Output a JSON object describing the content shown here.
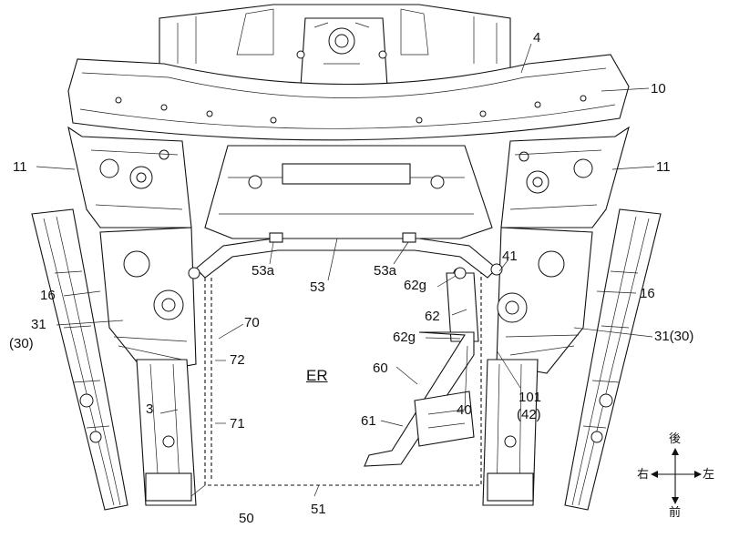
{
  "diagram": {
    "labels": [
      {
        "id": "4",
        "text": "4"
      },
      {
        "id": "10",
        "text": "10"
      },
      {
        "id": "11L",
        "text": "11"
      },
      {
        "id": "11R",
        "text": "11"
      },
      {
        "id": "16L",
        "text": "16"
      },
      {
        "id": "16R",
        "text": "16"
      },
      {
        "id": "31L",
        "text": "31"
      },
      {
        "id": "30L",
        "text": "(30)"
      },
      {
        "id": "31R",
        "text": "31(30)"
      },
      {
        "id": "53aL",
        "text": "53a"
      },
      {
        "id": "53aR",
        "text": "53a"
      },
      {
        "id": "53",
        "text": "53"
      },
      {
        "id": "62gT",
        "text": "62g"
      },
      {
        "id": "62",
        "text": "62"
      },
      {
        "id": "62gB",
        "text": "62g"
      },
      {
        "id": "41",
        "text": "41"
      },
      {
        "id": "70",
        "text": "70"
      },
      {
        "id": "72",
        "text": "72"
      },
      {
        "id": "ER",
        "text": "ER"
      },
      {
        "id": "60",
        "text": "60"
      },
      {
        "id": "101",
        "text": "101"
      },
      {
        "id": "42",
        "text": "(42)"
      },
      {
        "id": "3",
        "text": "3"
      },
      {
        "id": "71",
        "text": "71"
      },
      {
        "id": "40",
        "text": "40"
      },
      {
        "id": "61",
        "text": "61"
      },
      {
        "id": "50",
        "text": "50"
      },
      {
        "id": "51",
        "text": "51"
      }
    ],
    "compass": {
      "rear": "後",
      "front": "前",
      "right": "右",
      "left": "左"
    }
  }
}
